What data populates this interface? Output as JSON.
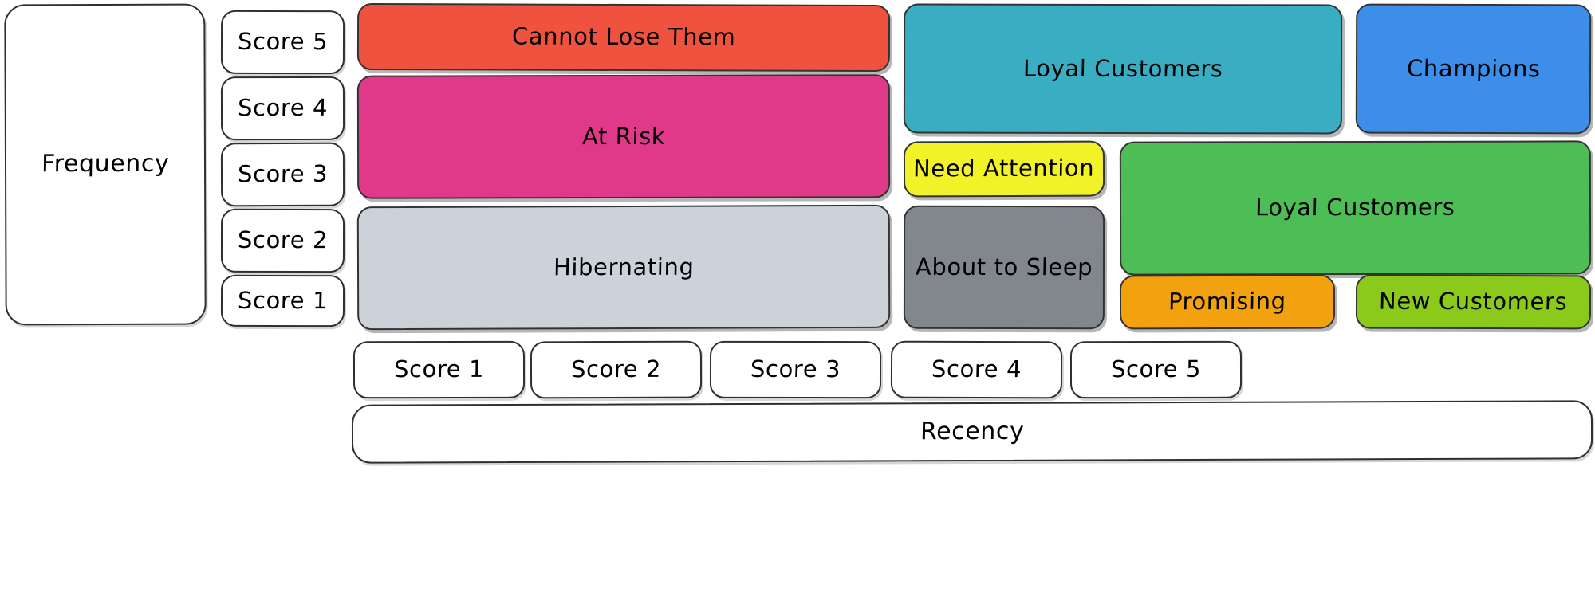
{
  "diagram": {
    "title_axes": {
      "frequency_label": "Frequency",
      "recency_label": "Recency"
    },
    "frequency_scores": [
      {
        "label": "Score 5"
      },
      {
        "label": "Score 4"
      },
      {
        "label": "Score 3"
      },
      {
        "label": "Score 2"
      },
      {
        "label": "Score 1"
      }
    ],
    "recency_scores": [
      {
        "label": "Score 1"
      },
      {
        "label": "Score 2"
      },
      {
        "label": "Score 3"
      },
      {
        "label": "Score 4"
      },
      {
        "label": "Score 5"
      }
    ],
    "segments": [
      {
        "label": "Cannot Lose Them",
        "color": "#ef5340"
      },
      {
        "label": "At Risk",
        "color": "#e0398a"
      },
      {
        "label": "Hibernating",
        "color": "#cbd2da"
      },
      {
        "label": "Loyal Customers",
        "color": "#39aec2"
      },
      {
        "label": "Need Attention",
        "color": "#f2f229"
      },
      {
        "label": "About to Sleep",
        "color": "#82868d"
      },
      {
        "label": "Champions",
        "color": "#3d8ee8"
      },
      {
        "label": "Loyal Customers",
        "color": "#4cbe55"
      },
      {
        "label": "Promising",
        "color": "#f2a20e"
      },
      {
        "label": "New Customers",
        "color": "#8bc91a"
      }
    ],
    "colors": {
      "background": "#ffffff",
      "outline": "#2b2b2b",
      "plain_fill": "#ffffff",
      "text": "#000000"
    }
  }
}
